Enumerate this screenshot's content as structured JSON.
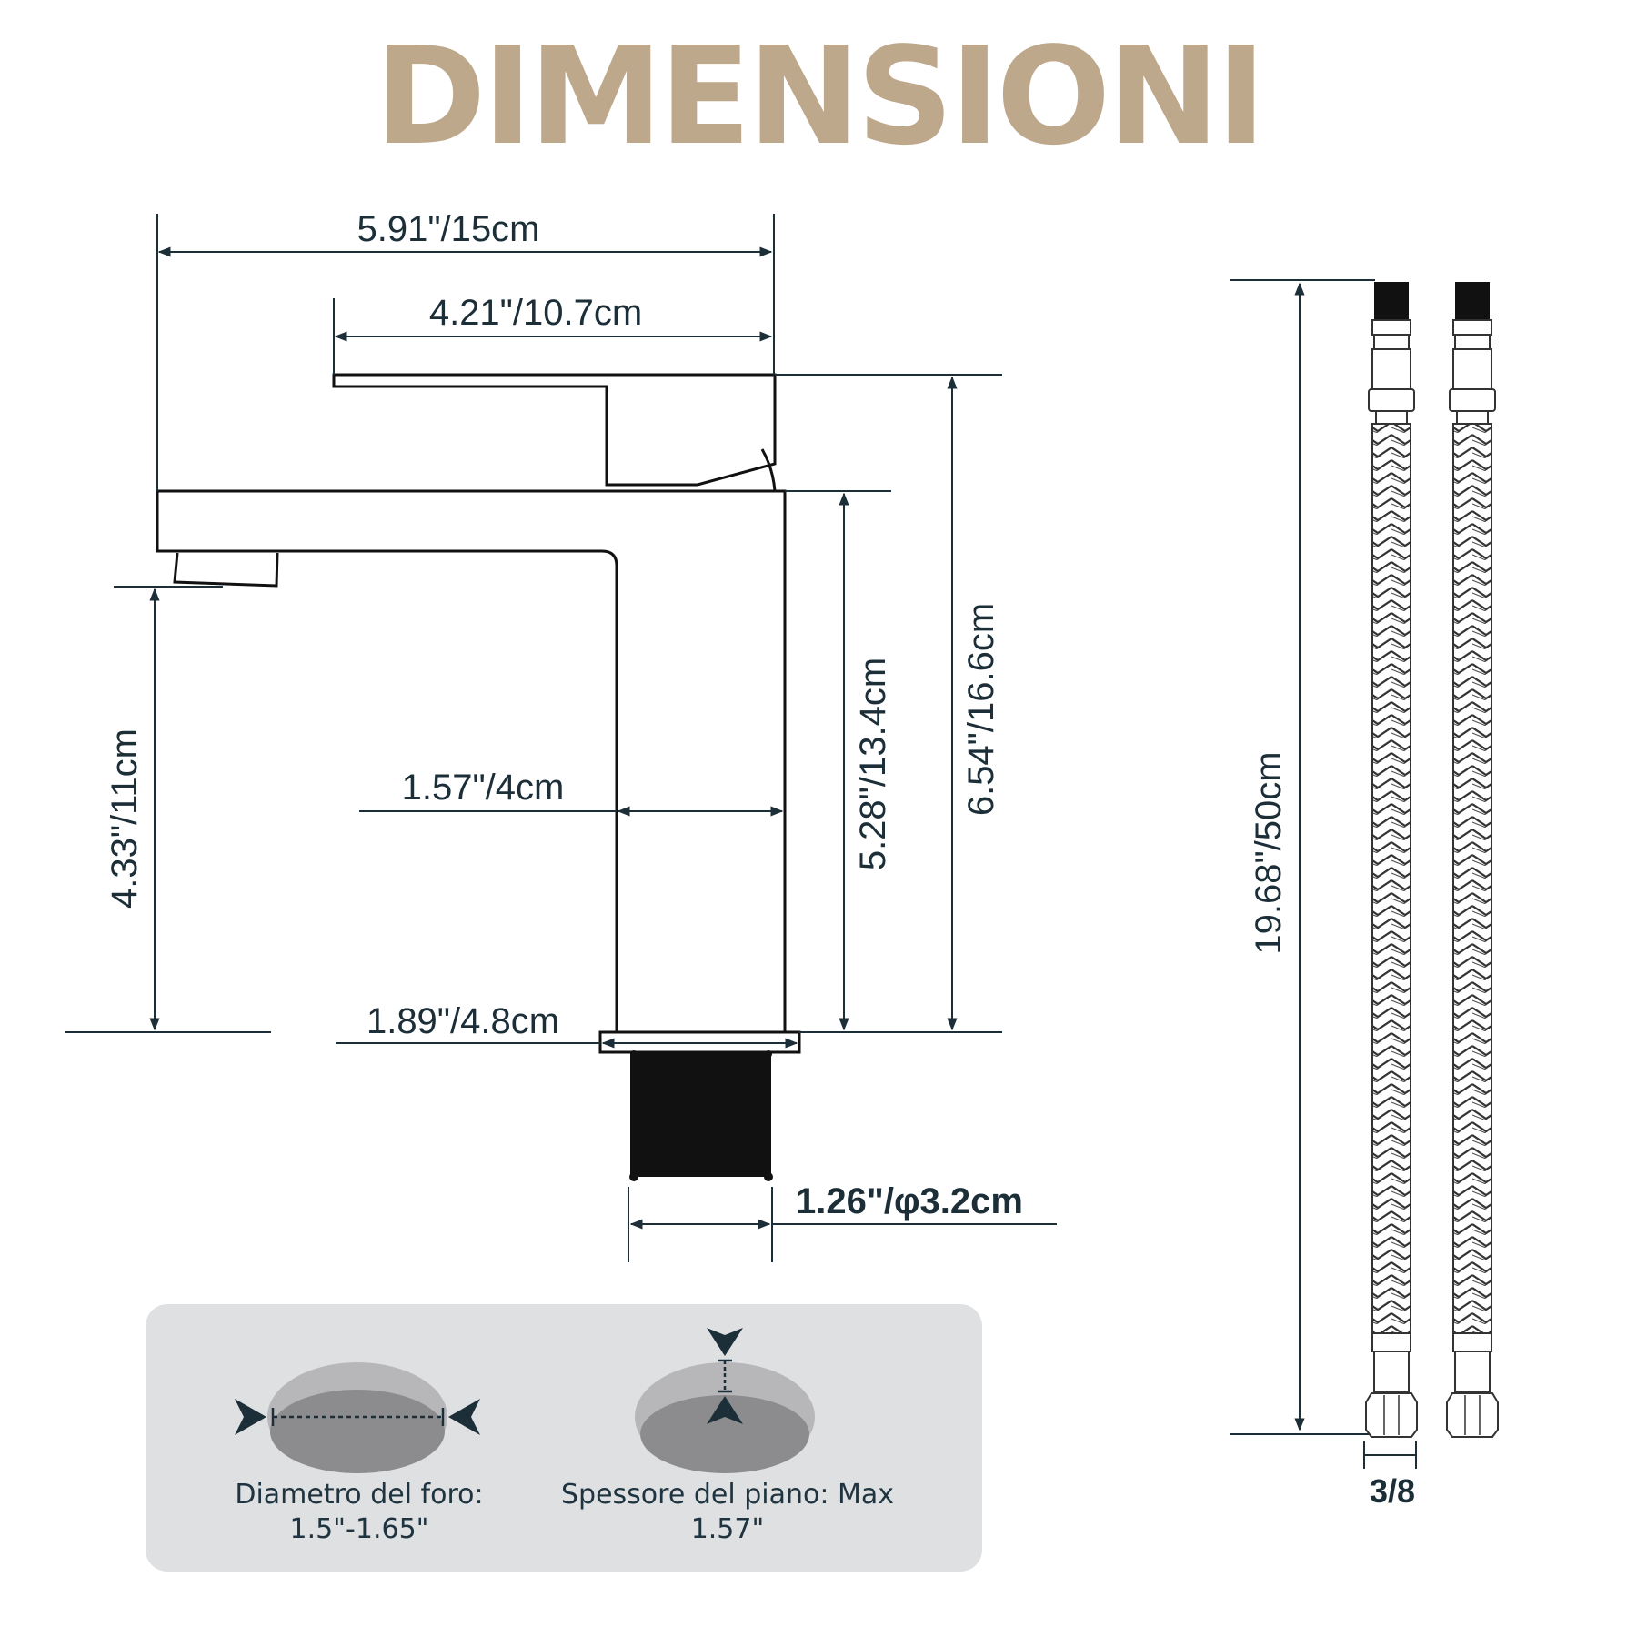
{
  "title": "DIMENSIONI",
  "dimensions": {
    "total_length": "5.91\"/15cm",
    "handle_length": "4.21\"/10.7cm",
    "spout_height": "4.33\"/11cm",
    "body_width": "1.57\"/4cm",
    "body_height": "5.28\"/13.4cm",
    "total_height": "6.54\"/16.6cm",
    "base_width": "1.89\"/4.8cm",
    "shank_diameter": "1.26\"/φ3.2cm"
  },
  "hose": {
    "length": "19.68\"/50cm",
    "fitting": "3/8"
  },
  "installation": {
    "hole_diameter_label": "Diametro del foro:",
    "hole_diameter_value": "1.5\"-1.65\"",
    "thickness_label": "Spessore del piano: Max",
    "thickness_value": "1.57\""
  },
  "colors": {
    "title": "#bda88b",
    "line": "#1c2e38",
    "panel": "#dfe0e2"
  }
}
